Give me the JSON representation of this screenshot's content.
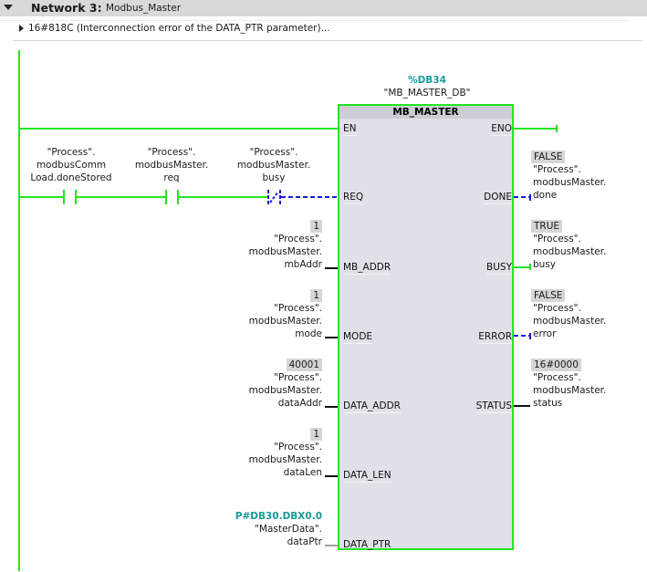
{
  "network": {
    "title": "Network 3:",
    "name": "Modbus_Master",
    "comment": "16#818C (Interconnection error of the DATA_PTR parameter)..."
  },
  "colors": {
    "power_flow": "#22e622",
    "no_flow": "#1a1ae0",
    "block_fill": "#e0e0e8",
    "instance_db": "#1a9a9a"
  },
  "instance": {
    "db_number": "%DB34",
    "db_name": "\"MB_MASTER_DB\""
  },
  "block": {
    "name": "MB_MASTER",
    "inputs": [
      "EN",
      "REQ",
      "MB_ADDR",
      "MODE",
      "DATA_ADDR",
      "DATA_LEN",
      "DATA_PTR"
    ],
    "outputs": [
      "ENO",
      "DONE",
      "BUSY",
      "ERROR",
      "STATUS"
    ]
  },
  "contacts": [
    {
      "type": "NO",
      "state": "true",
      "label": [
        "\"Process\".",
        "modbusComm",
        "Load.doneStored"
      ]
    },
    {
      "type": "NO",
      "state": "true",
      "label": [
        "\"Process\".",
        "modbusMaster.",
        "req"
      ]
    },
    {
      "type": "NC",
      "state": "false",
      "label": [
        "\"Process\".",
        "modbusMaster.",
        "busy"
      ]
    }
  ],
  "input_params": [
    {
      "pin": "MB_ADDR",
      "value": "1",
      "label": [
        "\"Process\".",
        "modbusMaster.",
        "mbAddr"
      ]
    },
    {
      "pin": "MODE",
      "value": "1",
      "label": [
        "\"Process\".",
        "modbusMaster.",
        "mode"
      ]
    },
    {
      "pin": "DATA_ADDR",
      "value": "40001",
      "label": [
        "\"Process\".",
        "modbusMaster.",
        "dataAddr"
      ]
    },
    {
      "pin": "DATA_LEN",
      "value": "1",
      "label": [
        "\"Process\".",
        "modbusMaster.",
        "dataLen"
      ]
    },
    {
      "pin": "DATA_PTR",
      "value": "P#DB30.DBX0.0",
      "label": [
        "\"MasterData\".",
        "dataPtr"
      ]
    }
  ],
  "output_params": [
    {
      "pin": "DONE",
      "value": "FALSE",
      "label": [
        "\"Process\".",
        "modbusMaster.",
        "done"
      ]
    },
    {
      "pin": "BUSY",
      "value": "TRUE",
      "label": [
        "\"Process\".",
        "modbusMaster.",
        "busy"
      ]
    },
    {
      "pin": "ERROR",
      "value": "FALSE",
      "label": [
        "\"Process\".",
        "modbusMaster.",
        "error"
      ]
    },
    {
      "pin": "STATUS",
      "value": "16#0000",
      "label": [
        "\"Process\".",
        "modbusMaster.",
        "status"
      ]
    }
  ]
}
